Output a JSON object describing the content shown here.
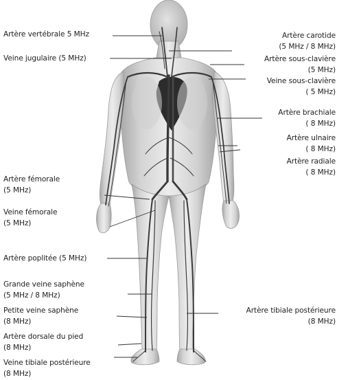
{
  "labels": {
    "vertebral_artery": "Artère vertébrale 5 MHz",
    "jugular_vein": "Veine jugulaire (5 MHz)",
    "carotid_artery_l1": "Artère carotide",
    "carotid_artery_l2": "(5 MHz / 8 MHz)",
    "subclavian_artery_l1": "Artère sous-clavière",
    "subclavian_artery_l2": "(5 MHz)",
    "subclavian_vein_l1": "Veine sous-clavière",
    "subclavian_vein_l2": "( 5 MHz)",
    "brachial_artery_l1": "Artère brachiale",
    "brachial_artery_l2": "( 8 MHz)",
    "ulnar_artery_l1": "Artère ulnaire",
    "ulnar_artery_l2": "( 8 MHz)",
    "radial_artery_l1": "Artère radiale",
    "radial_artery_l2": "( 8 MHz)",
    "femoral_artery_l1": "Artère fémorale",
    "femoral_artery_l2": "(5 MHz)",
    "femoral_vein_l1": "Veine fémorale",
    "femoral_vein_l2": "(5 MHz)",
    "popliteal_artery": "Artère poplitée (5 MHz)",
    "great_saphenous_l1": "Grande veine saphène",
    "great_saphenous_l2": "(5 MHz / 8 MHz)",
    "small_saphenous_l1": "Petite veine saphène",
    "small_saphenous_l2": "(8 MHz)",
    "dorsalis_pedis_l1": "Artère dorsale du pied",
    "dorsalis_pedis_l2": "(8 MHz)",
    "post_tibial_vein_l1": "Veine tibiale postérieure",
    "post_tibial_vein_l2": "(8 MHz)",
    "post_tibial_artery_l1": "Artère tibiale postérieure",
    "post_tibial_artery_l2": "(8 MHz)"
  },
  "colors": {
    "skin_light": "#e4e4e4",
    "skin_shadow": "#b5b5b5",
    "vessel": "#3a3a3a",
    "leader_line": "#333333",
    "text": "#1e1e1e"
  }
}
